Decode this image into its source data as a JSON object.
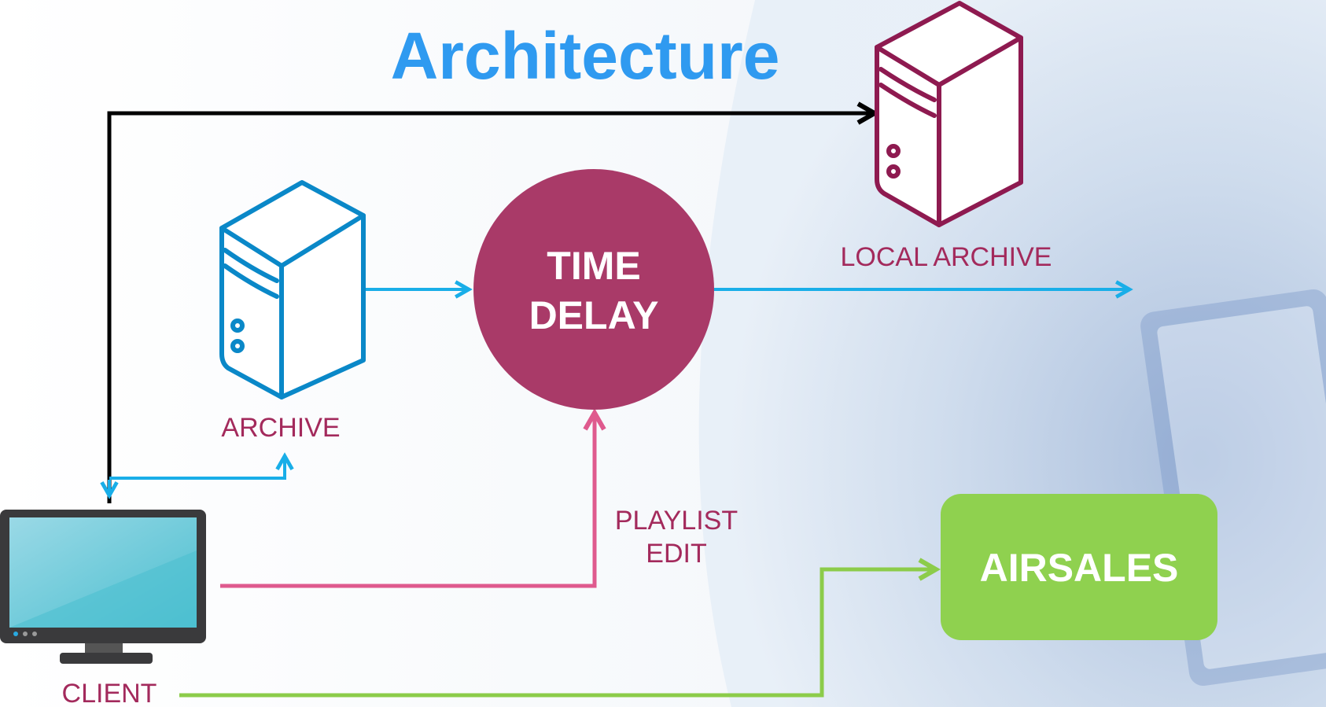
{
  "title": "Architecture",
  "nodes": {
    "time_delay": {
      "line1": "TIME",
      "line2": "DELAY"
    },
    "archive": {
      "label": "ARCHIVE"
    },
    "local_archive": {
      "label": "LOCAL ARCHIVE"
    },
    "airsales": {
      "label": "AIRSALES"
    },
    "client": {
      "label": "CLIENT"
    }
  },
  "edges": {
    "playlist_edit": {
      "line1": "PLAYLIST",
      "line2": "EDIT"
    }
  },
  "colors": {
    "title": "#2f9af0",
    "time_delay": "#a93a68",
    "archive_icon": "#0a88c8",
    "local_archive_icon": "#8e1a50",
    "label_text": "#a32a5c",
    "flow_blue": "#19aee8",
    "flow_pink": "#df5a8e",
    "flow_green": "#8ccc4a",
    "flow_black": "#000000",
    "airsales_box": "#8fd14f",
    "monitor_screen": "#5cc6d6",
    "monitor_frame": "#3a3a3c"
  },
  "icons": [
    "archive-server-icon",
    "local-archive-server-icon",
    "client-monitor-icon"
  ]
}
